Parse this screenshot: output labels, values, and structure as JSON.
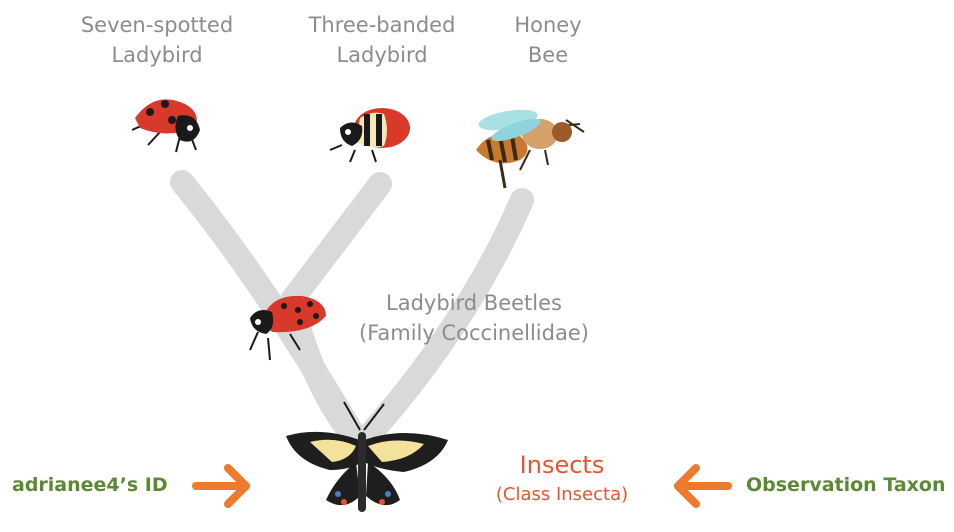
{
  "leaves": [
    {
      "line1": "Seven-spotted",
      "line2": "Ladybird"
    },
    {
      "line1": "Three-banded",
      "line2": "Ladybird"
    },
    {
      "line1": "Honey",
      "line2": "Bee"
    }
  ],
  "family": {
    "line1": "Ladybird Beetles",
    "line2": "(Family Coccinellidae)"
  },
  "class_node": {
    "name": "Insects",
    "sub": "(Class Insecta)"
  },
  "id_label": "adrianee4’s ID",
  "observation_label": "Observation Taxon",
  "colors": {
    "branch": "#d9d9d9",
    "label_gray": "#8c8c8c",
    "taxon_orange": "#e8542d",
    "label_green": "#5c8a32",
    "arrow_orange": "#ee7a2f"
  }
}
